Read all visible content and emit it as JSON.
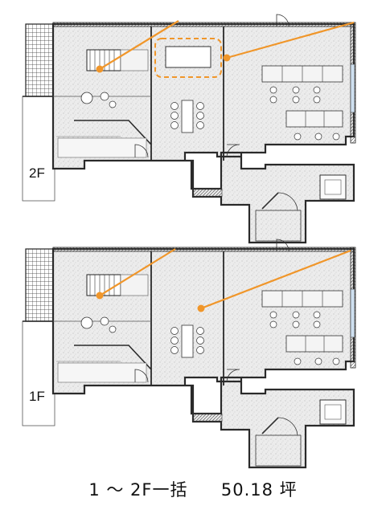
{
  "floors": [
    {
      "id": "2F",
      "label": "2F",
      "has_dashed_zone": true
    },
    {
      "id": "1F",
      "label": "1F",
      "has_dashed_zone": false
    }
  ],
  "caption": {
    "floors_text": "1 ～ 2F一括",
    "area_text": "50.18 坪"
  },
  "colors": {
    "wall": "#2a2a2a",
    "floor_fill": "#e9e9e9",
    "highlight": "#f0962a",
    "glass_grid": "#333333"
  },
  "icons": [
    "stairs-icon",
    "door-swing-icon",
    "desk-cluster-icon",
    "meeting-table-icon",
    "elevator-icon"
  ]
}
